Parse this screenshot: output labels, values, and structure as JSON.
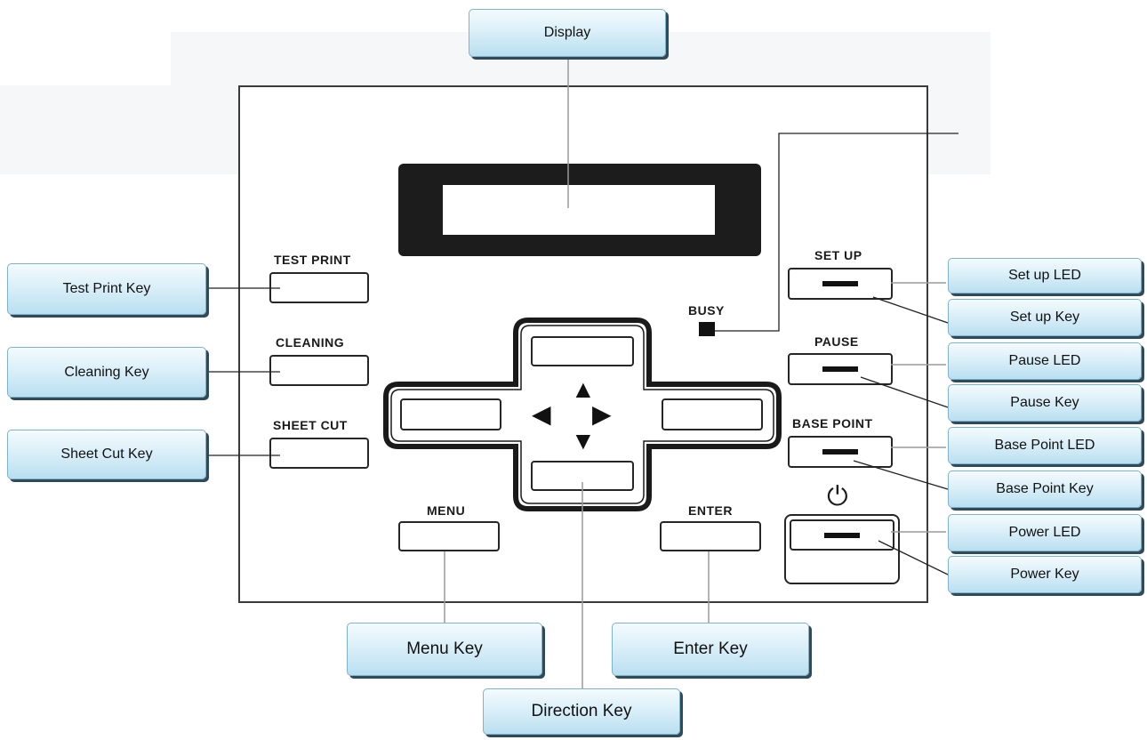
{
  "panel": {
    "keys": {
      "test_print": "TEST PRINT",
      "cleaning": "CLEANING",
      "sheet_cut": "SHEET CUT",
      "menu": "MENU",
      "enter": "ENTER",
      "set_up": "SET UP",
      "pause": "PAUSE",
      "base_point": "BASE POINT",
      "busy": "BUSY"
    },
    "power_symbol": "power-icon",
    "arrows": [
      "arrow-up-icon",
      "arrow-down-icon",
      "arrow-left-icon",
      "arrow-right-icon"
    ]
  },
  "callouts": {
    "display": "Display",
    "test_print_key": "Test Print Key",
    "cleaning_key": "Cleaning Key",
    "sheet_cut_key": "Sheet Cut Key",
    "set_up_led": "Set up LED",
    "set_up_key": "Set up Key",
    "pause_led": "Pause LED",
    "pause_key": "Pause Key",
    "base_point_led": "Base Point LED",
    "base_point_key": "Base Point Key",
    "power_led": "Power LED",
    "power_key": "Power Key",
    "menu_key": "Menu Key",
    "enter_key": "Enter Key",
    "direction_key": "Direction Key"
  },
  "colors": {
    "callout_top": "#f4fbfe",
    "callout_bottom": "#b9dff0",
    "callout_border": "#7fb3c9",
    "callout_shadow": "#2f4a59",
    "panel_line": "#262626",
    "leader_line": "#9a9a9a"
  }
}
